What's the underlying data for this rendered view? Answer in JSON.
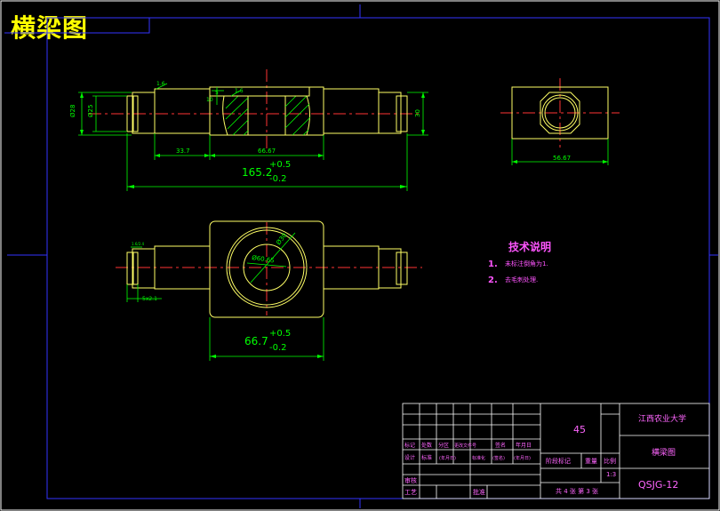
{
  "drawing": {
    "banner_title": "横梁图",
    "front_view": {
      "dim_len1": "33.7",
      "dim_len2": "66.67",
      "dim_total_base": "165.2",
      "dim_total_plus": "+0.5",
      "dim_total_minus": "-0.2",
      "dim_d1": "Ø28",
      "dim_d2": "Ø25",
      "dim_right": "30",
      "dim_small1": "5",
      "dim_small2": "10",
      "rough_1": "1.6",
      "rough_2": "1.6"
    },
    "side_view": {
      "dim_width": "56.67"
    },
    "top_view": {
      "dim_width_base": "66.7",
      "dim_width_plus": "+0.5",
      "dim_width_minus": "-0.2",
      "dim_chamfer": "5x2.1",
      "dim_circle1": "Ø30",
      "dim_circle2": "Ø60.65",
      "dim_small_label": "1.6/2.4"
    },
    "tech_notes": {
      "heading": "技术说明",
      "items": [
        {
          "num": "1.",
          "text": "未标注倒角为1."
        },
        {
          "num": "2.",
          "text": "去毛刺处理."
        }
      ]
    },
    "title_block": {
      "material": "45",
      "university": "江西农业大学",
      "part_name": "横梁图",
      "drawing_no": "QSJG-12",
      "scale": "1:3",
      "sheet_info": "共 4 张 第 3 张",
      "header_row1": [
        "标记",
        "处数",
        "分区",
        "更改文件号",
        "签名",
        "年月日"
      ],
      "header_row2": [
        "设计",
        "标准",
        "(年月日)",
        "标准化",
        "(签名)",
        "(年月日)"
      ],
      "label_review": "审核",
      "label_process": "工艺",
      "label_approve": "批准",
      "label_stage": "阶段标记",
      "label_weight": "重量",
      "label_ratio": "比例"
    },
    "colors": {
      "frame_blue": "#0000ff",
      "part_yellow": "#ffff66",
      "center_red": "#ff0000",
      "dim_green": "#00ff00",
      "note_magenta": "#ff00ff",
      "table_white": "#ffffff",
      "hatch_green": "#00ff00"
    }
  }
}
